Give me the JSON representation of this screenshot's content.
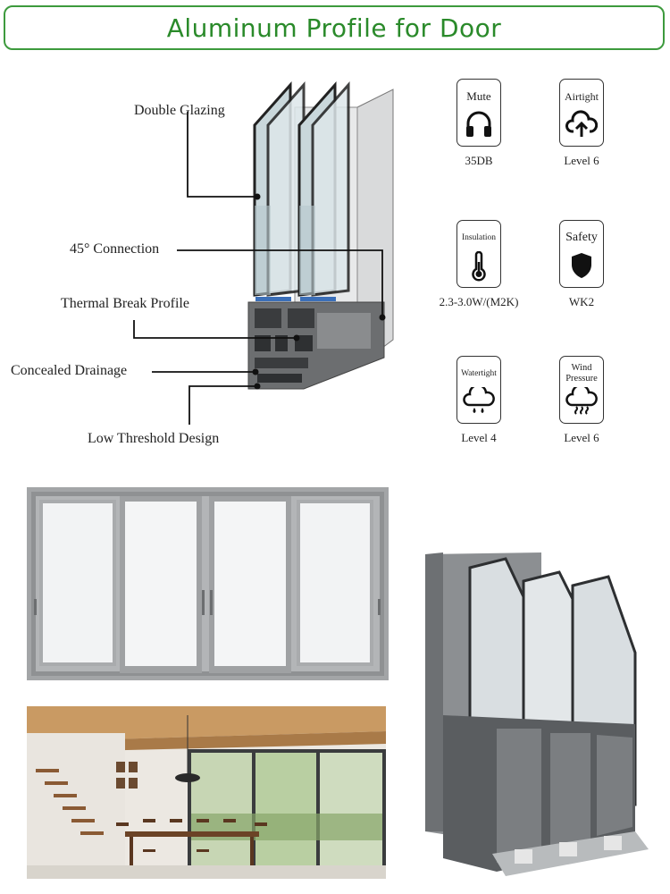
{
  "title": "Aluminum Profile for Door",
  "callouts": {
    "double_glazing": "Double Glazing",
    "connection": "45° Connection",
    "thermal_break": "Thermal Break Profile",
    "drainage": "Concealed Drainage",
    "threshold": "Low Threshold Design"
  },
  "features": [
    {
      "label": "Mute",
      "value": "35DB",
      "icon": "headphones-icon"
    },
    {
      "label": "Airtight",
      "value": "Level 6",
      "icon": "cloud-upload-icon"
    },
    {
      "label": "Insulation",
      "value": "2.3-3.0W/(M2K)",
      "icon": "thermometer-icon"
    },
    {
      "label": "Safety",
      "value": "WK2",
      "icon": "shield-icon"
    },
    {
      "label": "Watertight",
      "value": "Level 4",
      "icon": "rain-cloud-icon"
    },
    {
      "label_line1": "Wind",
      "label_line2": "Pressure",
      "value": "Level 6",
      "icon": "wind-cloud-icon"
    }
  ],
  "colors": {
    "title_green": "#2a8a2a",
    "title_border": "#3d9a3d",
    "frame_grey": "#9a9c9e",
    "profile_dark": "#4a4c4e"
  }
}
